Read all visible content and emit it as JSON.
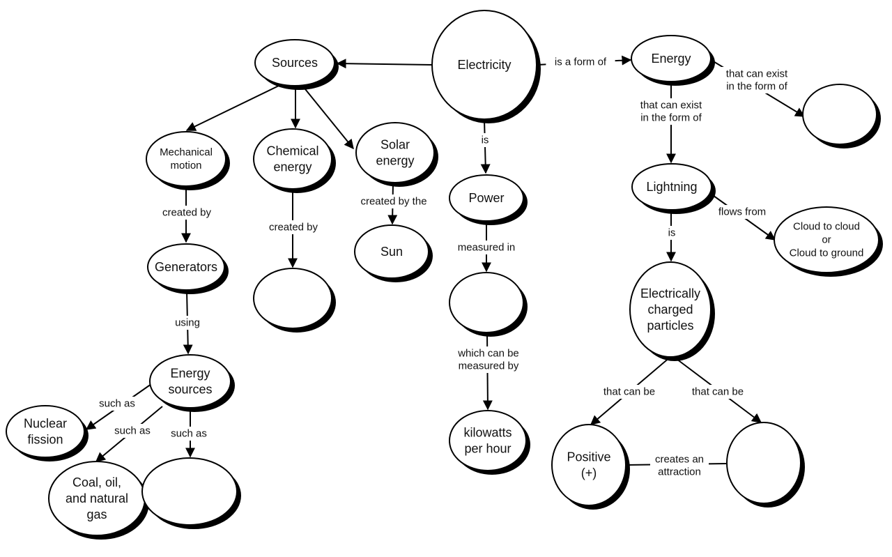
{
  "nodes": {
    "electricity": [
      "Electricity"
    ],
    "sources": [
      "Sources"
    ],
    "energy": [
      "Energy"
    ],
    "energy_form_blank": [],
    "mechanical_motion": [
      "Mechanical",
      "motion"
    ],
    "chemical_energy": [
      "Chemical",
      "energy"
    ],
    "solar_energy": [
      "Solar",
      "energy"
    ],
    "power": [
      "Power"
    ],
    "lightning": [
      "Lightning"
    ],
    "generators": [
      "Generators"
    ],
    "chemical_blank": [],
    "sun": [
      "Sun"
    ],
    "power_unit_blank": [],
    "cloud": [
      "Cloud to cloud",
      "or",
      "Cloud to ground"
    ],
    "charged_particles": [
      "Electrically",
      "charged",
      "particles"
    ],
    "energy_sources": [
      "Energy",
      "sources"
    ],
    "nuclear_fission": [
      "Nuclear",
      "fission"
    ],
    "coal_oil_gas": [
      "Coal, oil,",
      "and natural",
      "gas"
    ],
    "energy_source_blank": [],
    "kilowatts": [
      "kilowatts",
      "per hour"
    ],
    "positive": [
      "Positive",
      "(+)"
    ],
    "negative_blank": []
  },
  "links": {
    "is_a_form_of": [
      "is a form of"
    ],
    "exist_form_right": [
      "that can exist",
      "in the form of"
    ],
    "exist_form_down": [
      "that can exist",
      "in the form of"
    ],
    "is_power": [
      "is"
    ],
    "is_particles": [
      "is"
    ],
    "flows_from": [
      "flows from"
    ],
    "created_by_mech": [
      "created by"
    ],
    "created_by_chem": [
      "created by"
    ],
    "created_by_the": [
      "created by the"
    ],
    "measured_in": [
      "measured in"
    ],
    "which_measured_by": [
      "which can be",
      "measured by"
    ],
    "using": [
      "using"
    ],
    "such_as_1": [
      "such as"
    ],
    "such_as_2": [
      "such as"
    ],
    "such_as_3": [
      "such as"
    ],
    "that_can_be_left": [
      "that can be"
    ],
    "that_can_be_right": [
      "that can be"
    ],
    "creates_attraction": [
      "creates an",
      "attraction"
    ]
  }
}
